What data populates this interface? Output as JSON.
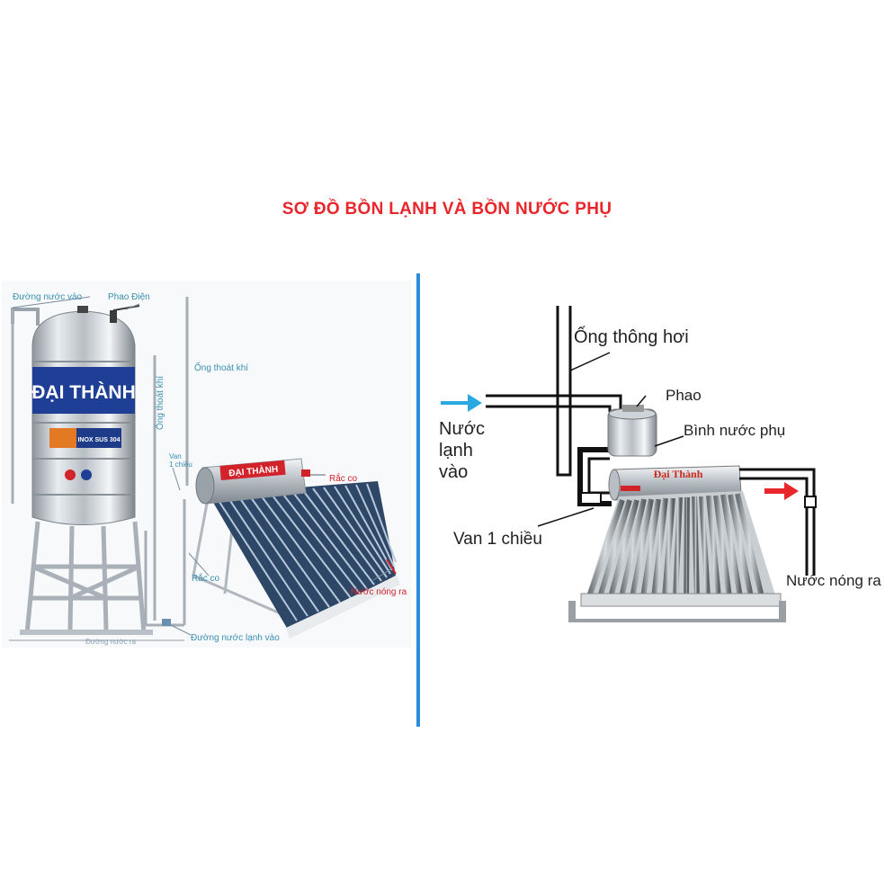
{
  "title": "SƠ ĐỒ BỒN LẠNH VÀ BỒN NƯỚC PHỤ",
  "colors": {
    "title": "#e8262b",
    "divider": "#2d8ddb",
    "left_label": "#3a8fb0",
    "arrow_in": "#2aa9e0",
    "arrow_out": "#e8262b"
  },
  "left_diagram": {
    "tank_brand": "ĐẠI THÀNH",
    "heater_brand": "ĐẠI THÀNH",
    "tank_sublabel": "INOX SUS 304",
    "labels": {
      "inlet": "Đường nước vào",
      "float": "Phao Điện",
      "vent_pipe_vertical": "Ống thoát khí",
      "vent_pipe": "Ống thoát khí",
      "valve": "Van\n1 chiều",
      "union_top": "Rắc co",
      "union_bottom": "Rắc co",
      "hot_out": "Nước nóng ra",
      "cold_in": "Đường nước lạnh vào",
      "outlet": "Đường nước ra"
    }
  },
  "right_diagram": {
    "heater_brand": "Đại Thành",
    "labels": {
      "vent": "Ống thông hơi",
      "float": "Phao",
      "aux_tank": "Bình nước phụ",
      "cold_in_1": "Nước",
      "cold_in_2": "lạnh",
      "cold_in_3": "vào",
      "check_valve": "Van 1 chiều",
      "hot_out": "Nước nóng ra"
    }
  }
}
